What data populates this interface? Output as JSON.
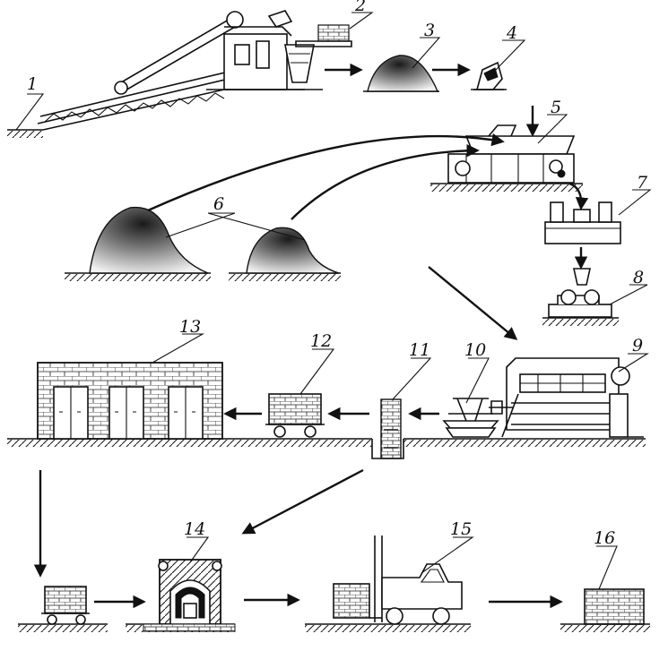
{
  "labels": [
    "1",
    "2",
    "3",
    "4",
    "5",
    "6",
    "7",
    "8",
    "9",
    "10",
    "11",
    "12",
    "13",
    "14",
    "15",
    "16"
  ],
  "colors": {
    "ink": "#111111",
    "paper": "#ffffff"
  }
}
